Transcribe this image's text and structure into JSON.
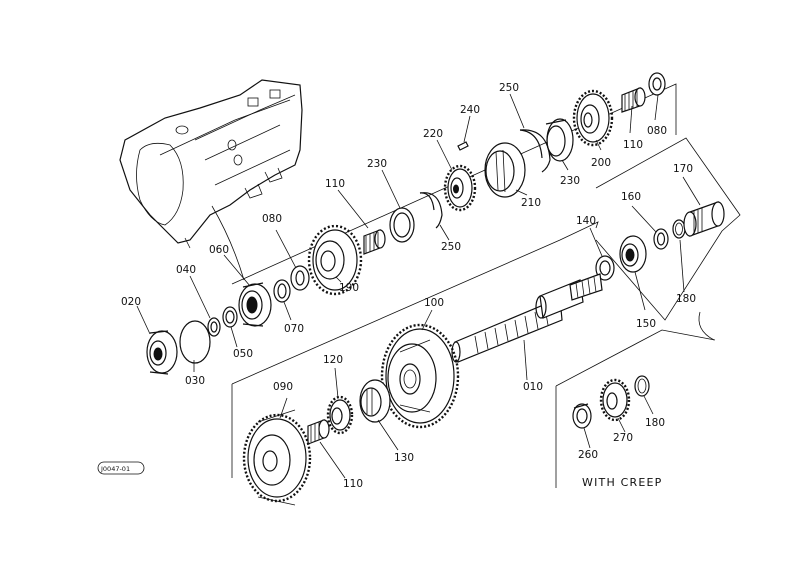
{
  "diagram": {
    "creep_label": "WITH CREEP",
    "drawing_code": "J0047-01",
    "callouts": [
      {
        "id": "020",
        "text": "020"
      },
      {
        "id": "030",
        "text": "030"
      },
      {
        "id": "040",
        "text": "040"
      },
      {
        "id": "050",
        "text": "050"
      },
      {
        "id": "060",
        "text": "060"
      },
      {
        "id": "070",
        "text": "070"
      },
      {
        "id": "080a",
        "text": "080"
      },
      {
        "id": "080b",
        "text": "080"
      },
      {
        "id": "090",
        "text": "090"
      },
      {
        "id": "100",
        "text": "100"
      },
      {
        "id": "110a",
        "text": "110"
      },
      {
        "id": "110b",
        "text": "110"
      },
      {
        "id": "110c",
        "text": "110"
      },
      {
        "id": "120",
        "text": "120"
      },
      {
        "id": "130",
        "text": "130"
      },
      {
        "id": "140",
        "text": "140"
      },
      {
        "id": "150",
        "text": "150"
      },
      {
        "id": "160",
        "text": "160"
      },
      {
        "id": "170",
        "text": "170"
      },
      {
        "id": "180a",
        "text": "180"
      },
      {
        "id": "180b",
        "text": "180"
      },
      {
        "id": "190",
        "text": "190"
      },
      {
        "id": "200",
        "text": "200"
      },
      {
        "id": "210",
        "text": "210"
      },
      {
        "id": "220",
        "text": "220"
      },
      {
        "id": "230a",
        "text": "230"
      },
      {
        "id": "230b",
        "text": "230"
      },
      {
        "id": "240",
        "text": "240"
      },
      {
        "id": "250a",
        "text": "250"
      },
      {
        "id": "250b",
        "text": "250"
      },
      {
        "id": "260",
        "text": "260"
      },
      {
        "id": "270",
        "text": "270"
      },
      {
        "id": "010",
        "text": "010"
      }
    ]
  }
}
